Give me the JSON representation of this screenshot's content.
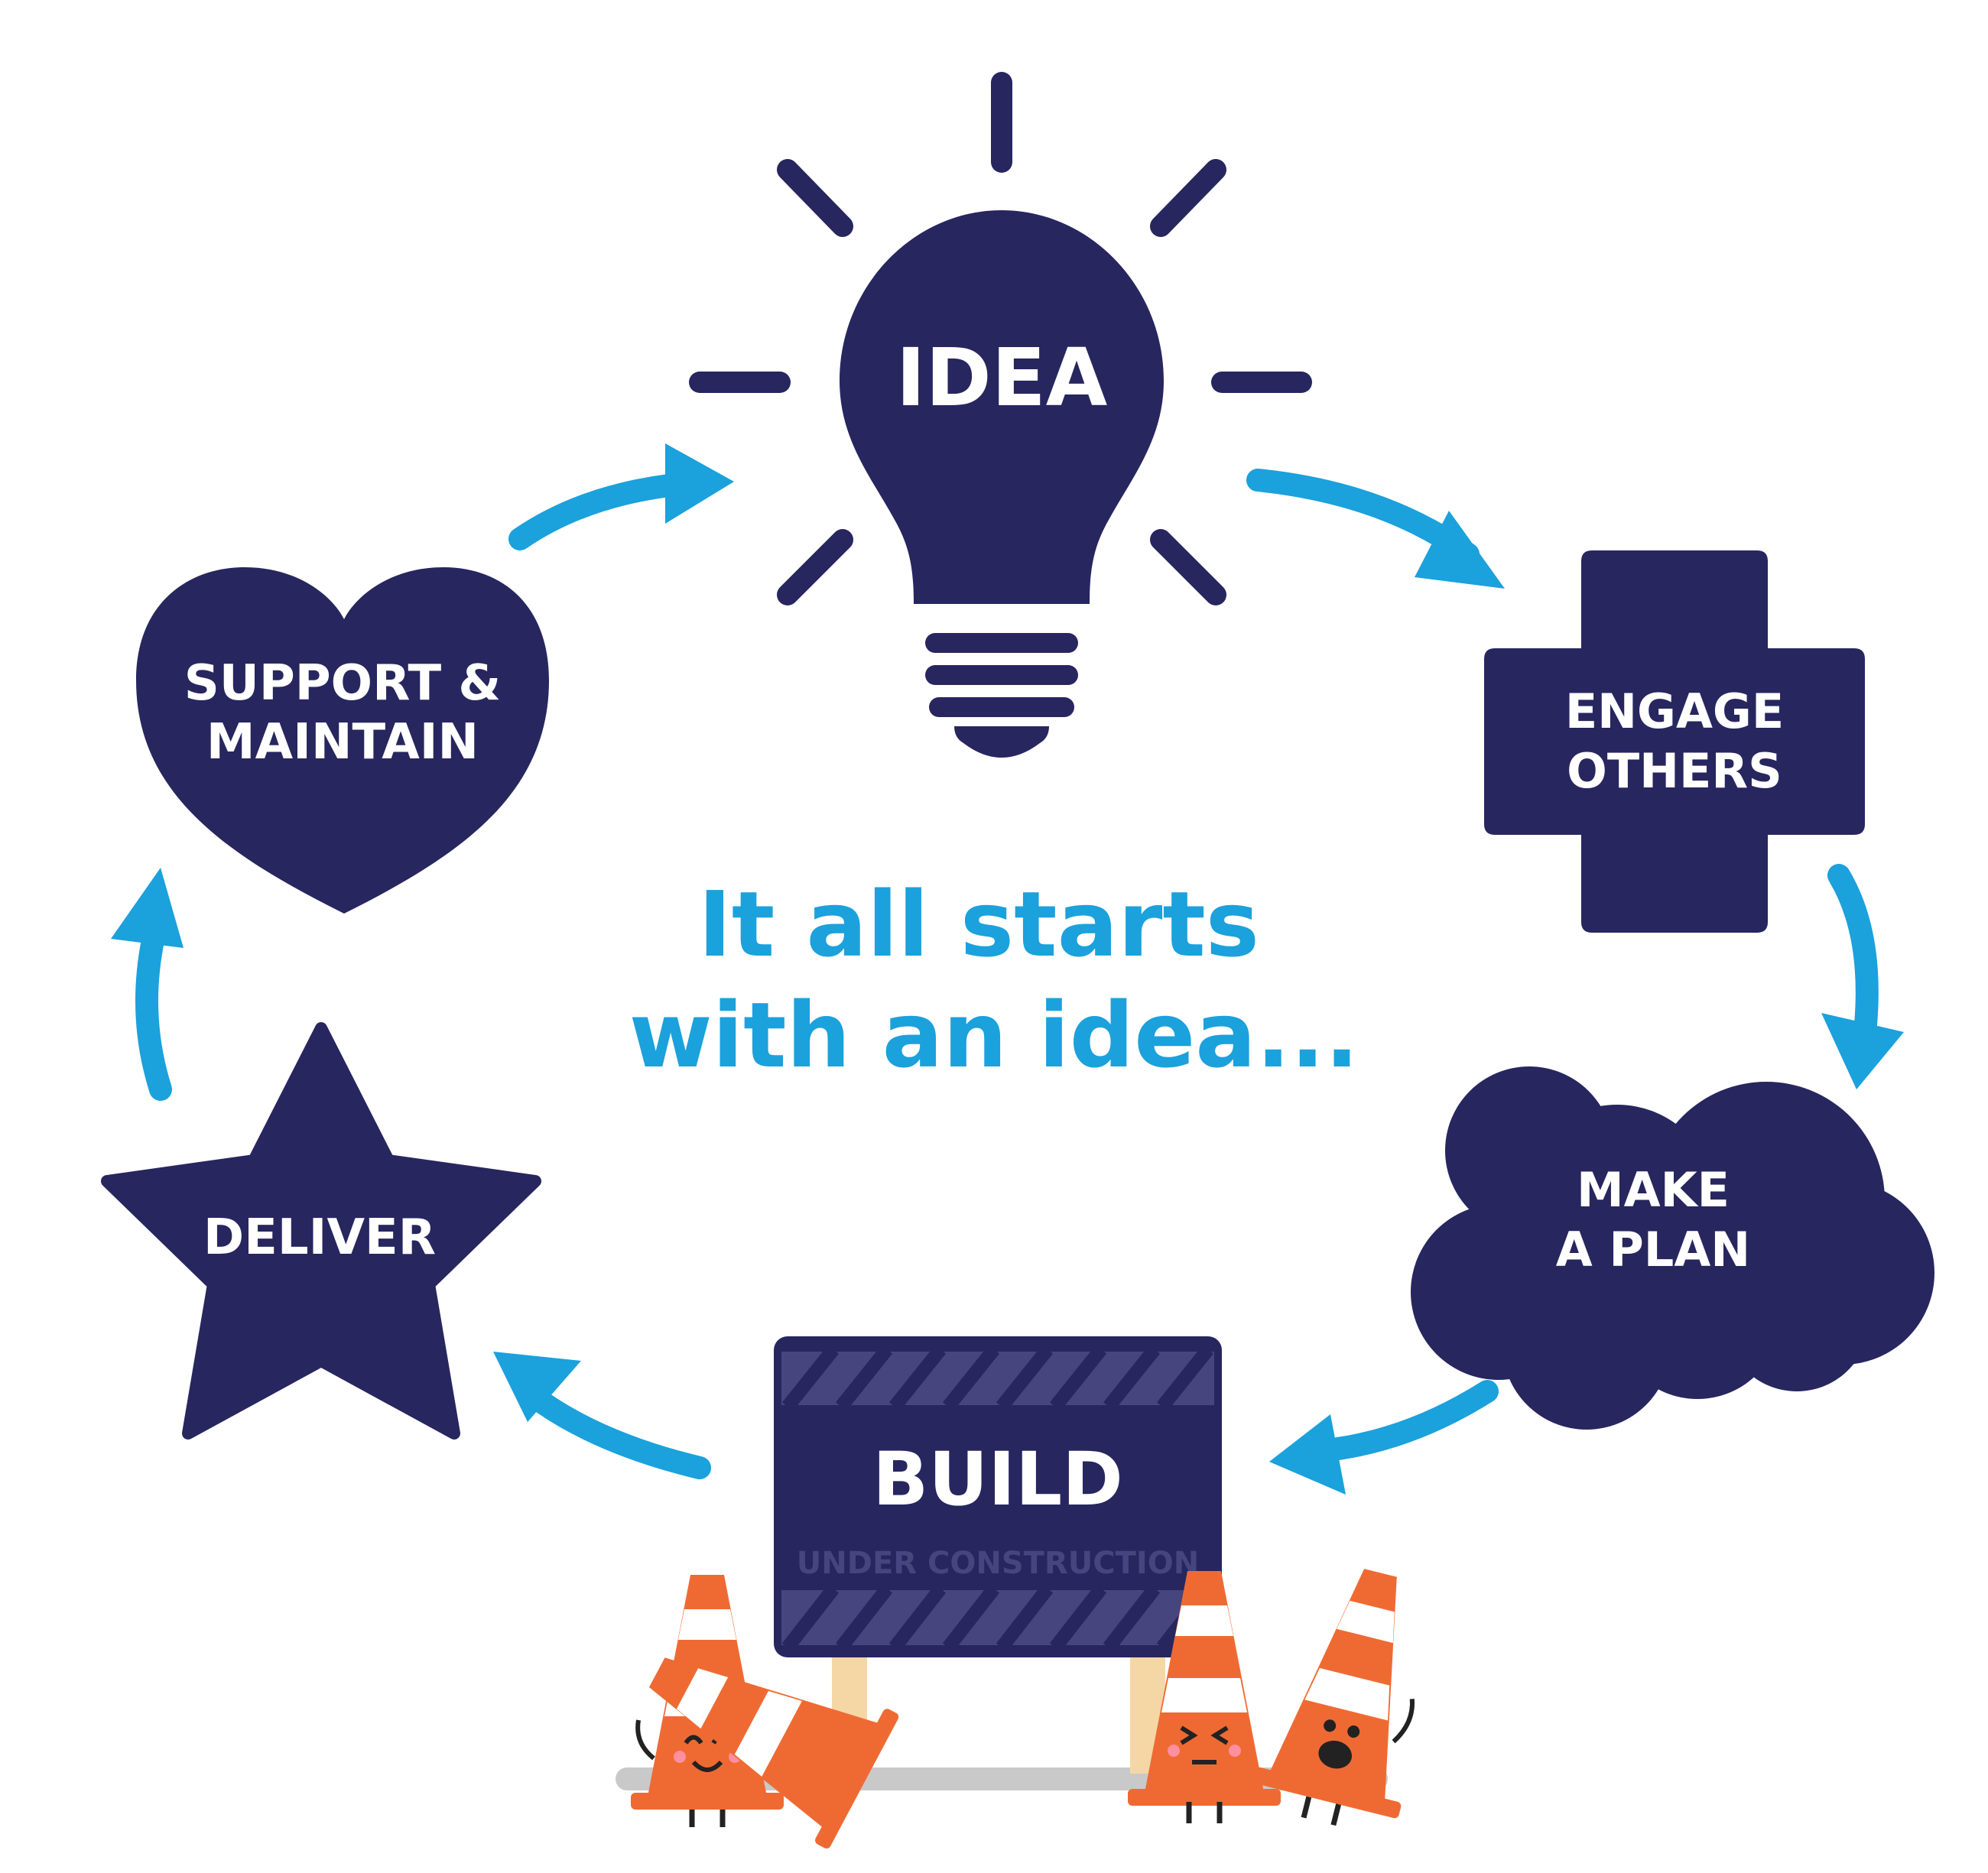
{
  "colors": {
    "navy": "#27265f",
    "accent_blue": "#1ba1dc",
    "cone_orange": "#ef6a33",
    "cone_white": "#ffffff",
    "post_tan": "#f5d7a6",
    "ground_gray": "#c9c9c9"
  },
  "tagline": {
    "line1": "It all starts",
    "line2": "with an idea..."
  },
  "nodes": {
    "idea": {
      "label": "IDEA",
      "icon": "lightbulb-icon"
    },
    "engage": {
      "line1": "ENGAGE",
      "line2": "OTHERS",
      "icon": "cross-icon"
    },
    "plan": {
      "line1": "MAKE",
      "line2": "A PLAN",
      "icon": "cloud-icon"
    },
    "build": {
      "label": "BUILD",
      "sign_text": "UNDER CONSTRUCTION",
      "icon": "construction-sign-icon"
    },
    "deliver": {
      "label": "DELIVER",
      "icon": "star-icon"
    },
    "support": {
      "line1": "SUPPORT &",
      "line2": "MAINTAIN",
      "icon": "heart-icon"
    }
  }
}
